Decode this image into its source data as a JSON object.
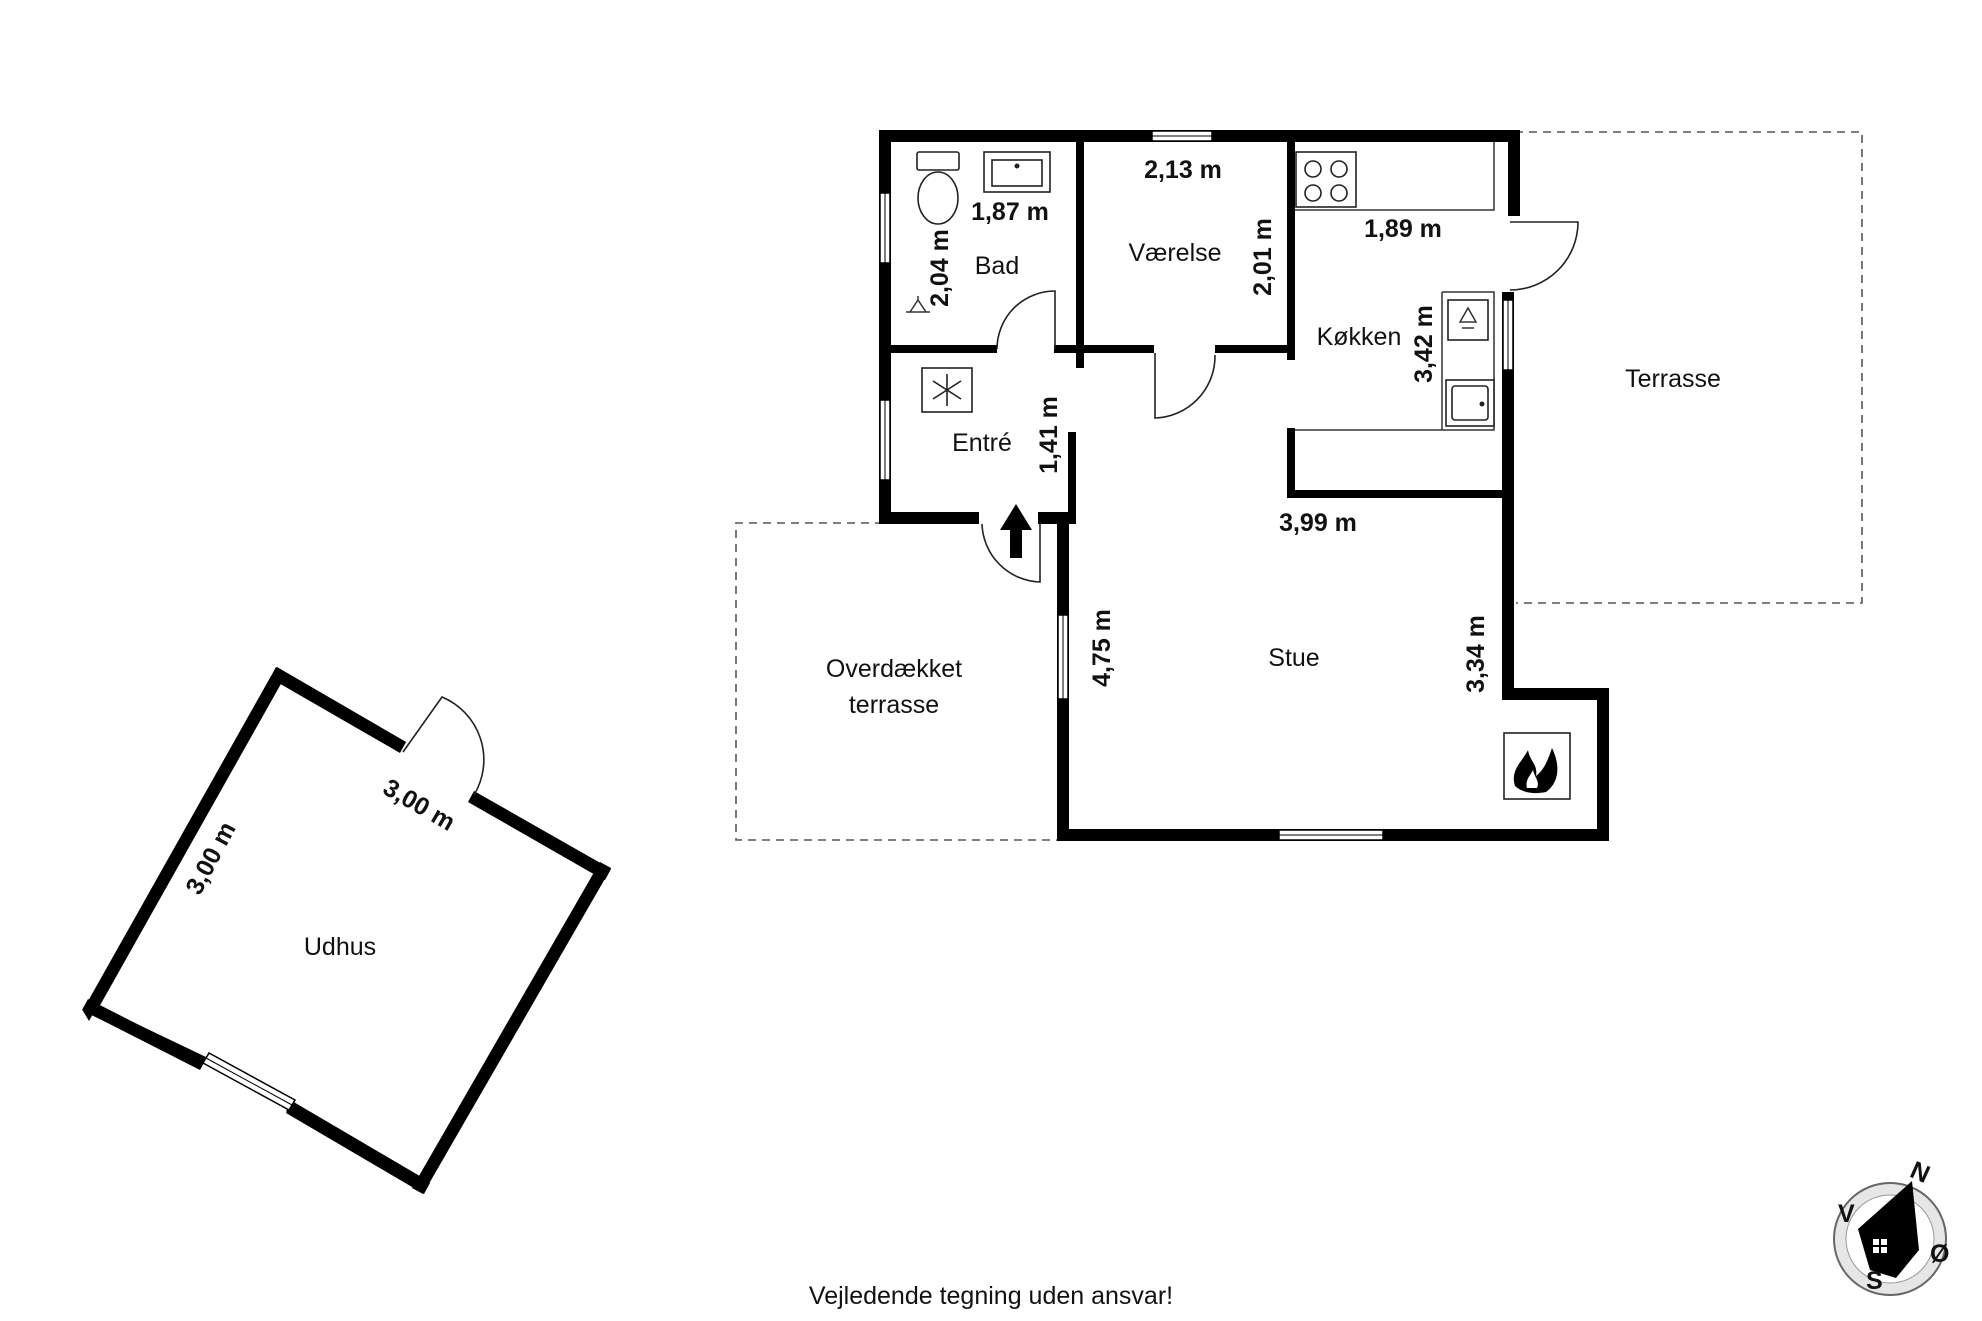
{
  "rooms": {
    "bad": "Bad",
    "vaerelse": "Værelse",
    "kokken": "Køkken",
    "entre": "Entré",
    "stue": "Stue",
    "terrasse": "Terrasse",
    "overdaekket_line1": "Overdækket",
    "overdaekket_line2": "terrasse",
    "udhus": "Udhus"
  },
  "dimensions": {
    "bad_width": "1,87 m",
    "bad_height": "2,04 m",
    "vaerelse_width": "2,13 m",
    "vaerelse_height": "2,01 m",
    "kokken_width": "1,89 m",
    "kokken_height": "3,42 m",
    "entre_height": "1,41 m",
    "stue_width": "3,99 m",
    "stue_height_left": "4,75 m",
    "stue_height_right": "3,34 m",
    "udhus_width": "3,00 m",
    "udhus_height": "3,00 m"
  },
  "compass": {
    "n": "N",
    "s": "S",
    "o": "Ø",
    "v": "V"
  },
  "footer": "Vejledende tegning uden ansvar!",
  "icons": [
    "toilet-icon",
    "sink-icon",
    "shower-icon",
    "heat-pump-icon",
    "entrance-arrow-icon",
    "stove-icon",
    "kitchen-sink-icon",
    "dishwasher-icon",
    "fireplace-icon",
    "compass-icon"
  ]
}
